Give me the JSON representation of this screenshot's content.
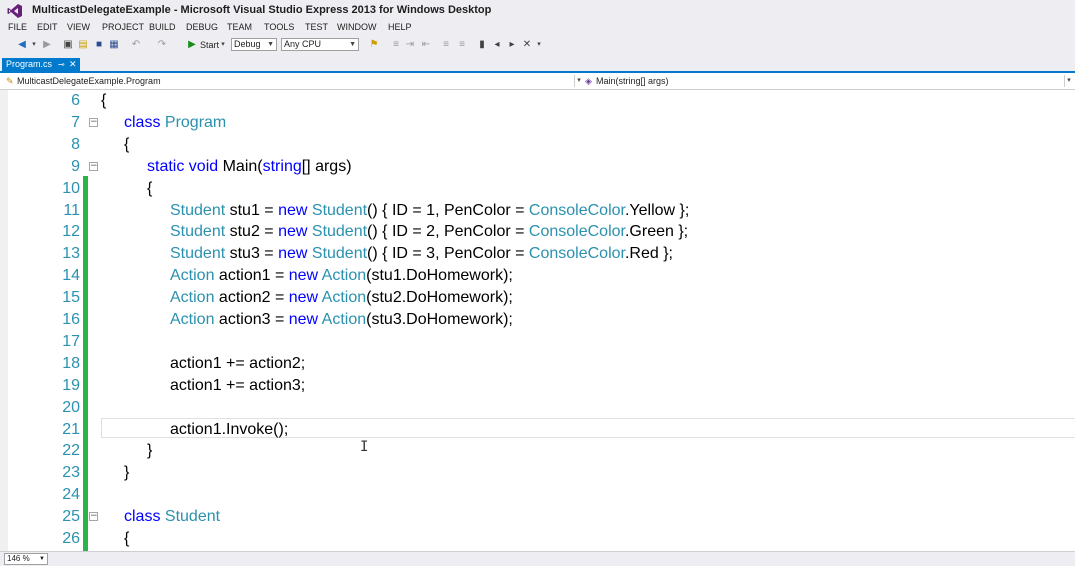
{
  "window": {
    "title": "MulticastDelegateExample - Microsoft Visual Studio Express 2013 for Windows Desktop"
  },
  "menu": [
    "FILE",
    "EDIT",
    "VIEW",
    "PROJECT",
    "BUILD",
    "DEBUG",
    "TEAM",
    "TOOLS",
    "TEST",
    "WINDOW",
    "HELP"
  ],
  "toolbar": {
    "start_label": "Start",
    "config_value": "Debug",
    "platform_value": "Any CPU"
  },
  "tab": {
    "label": "Program.cs"
  },
  "navigation": {
    "type_value": "MulticastDelegateExample.Program",
    "member_value": "Main(string[] args)"
  },
  "editor": {
    "lines": [
      {
        "n": "6",
        "t": "{"
      },
      {
        "n": "7",
        "t": "class Program"
      },
      {
        "n": "8",
        "t": "{"
      },
      {
        "n": "9",
        "t": "static void Main(string[] args)"
      },
      {
        "n": "10",
        "t": "{"
      },
      {
        "n": "11",
        "t": "Student stu1 = new Student() { ID = 1, PenColor = ConsoleColor.Yellow };"
      },
      {
        "n": "12",
        "t": "Student stu2 = new Student() { ID = 2, PenColor = ConsoleColor.Green };"
      },
      {
        "n": "13",
        "t": "Student stu3 = new Student() { ID = 3, PenColor = ConsoleColor.Red };"
      },
      {
        "n": "14",
        "t": "Action action1 = new Action(stu1.DoHomework);"
      },
      {
        "n": "15",
        "t": "Action action2 = new Action(stu2.DoHomework);"
      },
      {
        "n": "16",
        "t": "Action action3 = new Action(stu3.DoHomework);"
      },
      {
        "n": "17",
        "t": ""
      },
      {
        "n": "18",
        "t": "action1 += action2;"
      },
      {
        "n": "19",
        "t": "action1 += action3;"
      },
      {
        "n": "20",
        "t": ""
      },
      {
        "n": "21",
        "t": "action1.Invoke();"
      },
      {
        "n": "22",
        "t": "}"
      },
      {
        "n": "23",
        "t": "}"
      },
      {
        "n": "24",
        "t": ""
      },
      {
        "n": "25",
        "t": "class Student"
      },
      {
        "n": "26",
        "t": "{"
      }
    ]
  },
  "zoom": {
    "value": "146 %"
  },
  "colors": {
    "accent": "#007acc",
    "keyword": "#0000ff",
    "type": "#2b91af",
    "line_number": "#2b91af",
    "change_bar": "#2cb34a"
  },
  "icons": [
    "visual-studio-logo-icon",
    "back-icon",
    "forward-icon",
    "new-project-icon",
    "open-file-icon",
    "save-icon",
    "save-all-icon",
    "undo-icon",
    "redo-icon",
    "start-icon",
    "pin-icon",
    "close-icon",
    "class-icon",
    "method-icon"
  ]
}
